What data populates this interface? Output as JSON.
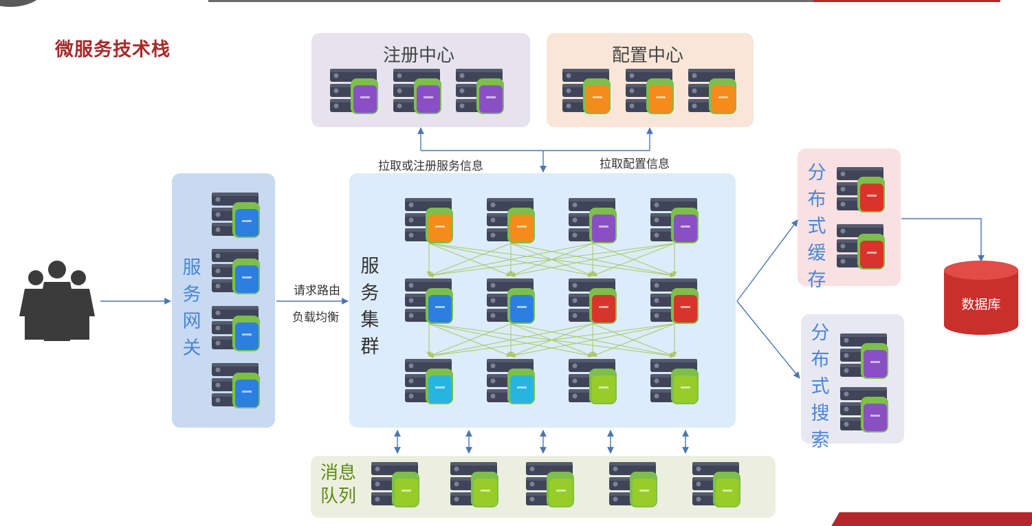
{
  "title": "微服务技术栈",
  "registry": {
    "title": "注册中心"
  },
  "config": {
    "title": "配置中心"
  },
  "gateway": {
    "title": [
      "服",
      "务",
      "网",
      "关"
    ]
  },
  "cluster": {
    "title": [
      "服",
      "务",
      "集",
      "群"
    ]
  },
  "mq": {
    "title_lines": [
      "消息",
      "队列"
    ]
  },
  "cache": {
    "title": [
      "分",
      "布",
      "式",
      "缓",
      "存"
    ]
  },
  "search": {
    "title": [
      "分",
      "布",
      "式",
      "搜",
      "索"
    ]
  },
  "database": {
    "label": "数据库"
  },
  "labels": {
    "pull_register": "拉取或注册服务信息",
    "pull_config": "拉取配置信息",
    "request_routing": "请求路由",
    "load_balancing": "负载均衡"
  },
  "colors": {
    "title_red": "#a52a2a",
    "gateway_title": "#4a86d6",
    "cluster_title": "#333333",
    "cache_title": "#4a86d6",
    "search_title": "#4a86d6",
    "mq_title": "#5f8a14",
    "module_purple": "#8a4fc4",
    "module_orange": "#f58b1a",
    "module_blue": "#2c7fe0",
    "module_red": "#d9342b",
    "module_cyan": "#26b5de",
    "module_lime": "#98cc28",
    "module_green_cap": "#7dbf4a",
    "database_red": "#c9302c"
  }
}
